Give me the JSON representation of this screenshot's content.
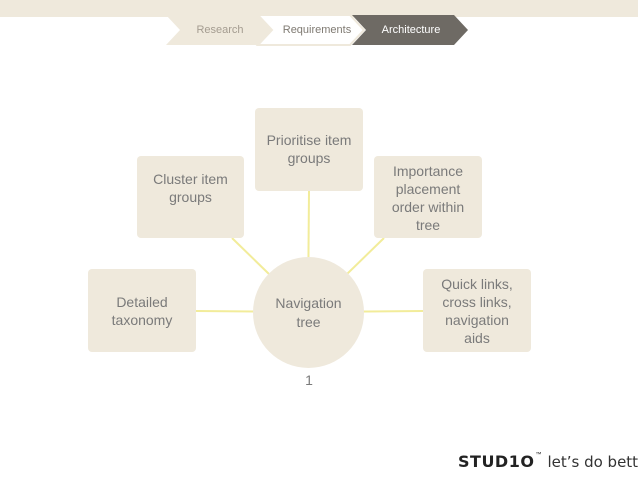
{
  "progress_steps": [
    {
      "label": "Research",
      "state": "inactive"
    },
    {
      "label": "Requirements",
      "state": "inactive"
    },
    {
      "label": "Architecture",
      "state": "active"
    }
  ],
  "diagram": {
    "center": "Navigation tree",
    "nodes": [
      {
        "id": "detailed",
        "label": "Detailed taxonomy"
      },
      {
        "id": "cluster",
        "label": "Cluster item groups"
      },
      {
        "id": "prioritise",
        "label": "Prioritise item groups"
      },
      {
        "id": "importance",
        "label": "Importance placement order within tree"
      },
      {
        "id": "quick",
        "label": "Quick links, cross links, navigation aids"
      }
    ],
    "connector_color": "#f2ec9a",
    "node_color": "#efe9dc"
  },
  "page_number": "1",
  "brand": {
    "name": "STUD1O",
    "trademark": "™",
    "tagline": "let’s do better."
  }
}
